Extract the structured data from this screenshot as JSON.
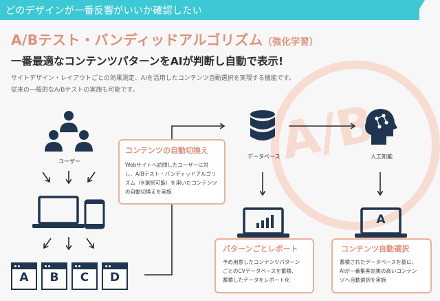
{
  "banner": {
    "text": "どのデザインが一番反響がいいか確認したい"
  },
  "title": {
    "main": "A/Bテスト・バンディッドアルゴリズム",
    "sub": "（強化学習）"
  },
  "heading": "一番最適なコンテンツパターンをAIが判断し自動で表示!",
  "description": {
    "line1": "サイトデザイン・レイアウトごとの効果測定、AIを活用したコンテンツ自動選択を実現する機能です。",
    "line2": "従来の一般的なA/Bテストの実施も可能です。"
  },
  "watermark": "A/B",
  "labels": {
    "users": "ユーザー",
    "database": "データベース",
    "ai": "人工知能"
  },
  "cards": {
    "auto_switch": {
      "title": "コンテンツの自動切換え",
      "lines": [
        "Webサイトへ訪問したユーザーに対",
        "し、A/Bテスト・バンディッドアルゴリ",
        "ズム（※選択可能）を用いたコンテンツ",
        "の自動切換えを実施"
      ]
    },
    "pattern_report": {
      "title": "パターンごとレポート",
      "lines": [
        "予め用意したコンテンツパターン",
        "ごとのCVデータベースを蓄積、",
        "蓄積したデータをレポート化"
      ]
    },
    "auto_select": {
      "title": "コンテンツ自動選択",
      "lines": [
        "蓄積されたデータベースを基に、",
        "AIが一番集客効果の高いコンテン",
        "ツへ自動選択を実施"
      ]
    }
  },
  "patterns": [
    "A",
    "B",
    "C",
    "D"
  ],
  "screen_letter": "A",
  "colors": {
    "banner": "#3cc8d4",
    "accent": "#e0917b",
    "card_border": "#e9b29c",
    "icon": "#1f3550"
  }
}
